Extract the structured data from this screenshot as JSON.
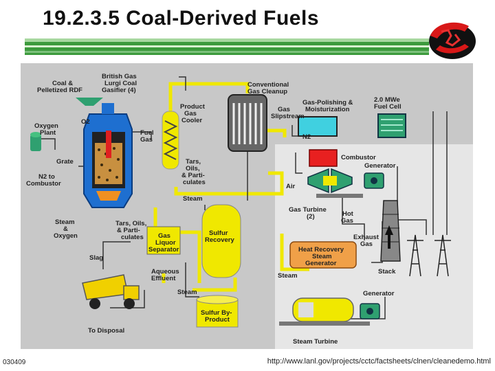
{
  "title": "19.2.3.5 Coal-Derived Fuels",
  "footer": {
    "left": "030409",
    "right": "http://www.lanl.gov/projects/cctc/factsheets/clnen/cleanedemo.html"
  },
  "colors": {
    "background_panel": "#c8c8c8",
    "steam_line": "#f0e800",
    "gas_line": "#333333",
    "gasifier_blue": "#1e6fd0",
    "heat_recovery_orange": "#f0a048",
    "combustor_red": "#e82020",
    "generator_green": "#2fa070",
    "banner_green": "#3c9a3c",
    "slipstream_cyan": "#40d0e0"
  },
  "labels": {
    "coal_rdf": [
      "Coal &",
      "Pelletized RDF"
    ],
    "gasifier": [
      "British Gas",
      "Lurgi Coal",
      "Gasifier (4)"
    ],
    "o2": "O2",
    "oxygen_plant": [
      "Oxygen",
      "Plant"
    ],
    "grate": "Grate",
    "n2_combustor": [
      "N2 to",
      "Combustor"
    ],
    "fuel_gas": [
      "Fuel",
      "Gas"
    ],
    "product_gas_cooler": [
      "Product",
      "Gas",
      "Cooler"
    ],
    "conventional_cleanup": [
      "Conventional",
      "Gas Cleanup"
    ],
    "gas_slipstream": [
      "Gas",
      "Slipstream"
    ],
    "gas_polishing": [
      "Gas-Polishing &",
      "Moisturization"
    ],
    "fuel_cell": [
      "2.0 MWe",
      "Fuel Cell"
    ],
    "n2": "N2",
    "combustor": "Combustor",
    "generator_top": "Generator",
    "air": "Air",
    "tars_oils_particulates": [
      "Tars,",
      "Oils,",
      "& Parti-",
      "culates"
    ],
    "steam_left": "Steam",
    "gas_turbine": [
      "Gas Turbine",
      "(2)"
    ],
    "hot_gas": [
      "Hot",
      "Gas"
    ],
    "exhaust_gas": [
      "Exhaust",
      "Gas"
    ],
    "steam_oxygen": [
      "Steam",
      "&",
      "Oxygen"
    ],
    "tars_oils_particulates_2": [
      "Tars, Oils,",
      "& Parti-",
      "culates"
    ],
    "gas_liquor_separator": [
      "Gas",
      "Liquor",
      "Separator"
    ],
    "sulfur_recovery": [
      "Sulfur",
      "Recovery"
    ],
    "slag": "Slag",
    "aqueous_effluent": [
      "Aqueous",
      "Effluent"
    ],
    "heat_recovery": [
      "Heat Recovery",
      "Steam",
      "Generator"
    ],
    "stack": "Stack",
    "steam_mid": "Steam",
    "steam_bottom": "Steam",
    "generator_bottom": "Generator",
    "sulfur_byproduct": [
      "Sulfur By-",
      "Product"
    ],
    "to_disposal": "To Disposal",
    "steam_turbine": "Steam Turbine"
  }
}
